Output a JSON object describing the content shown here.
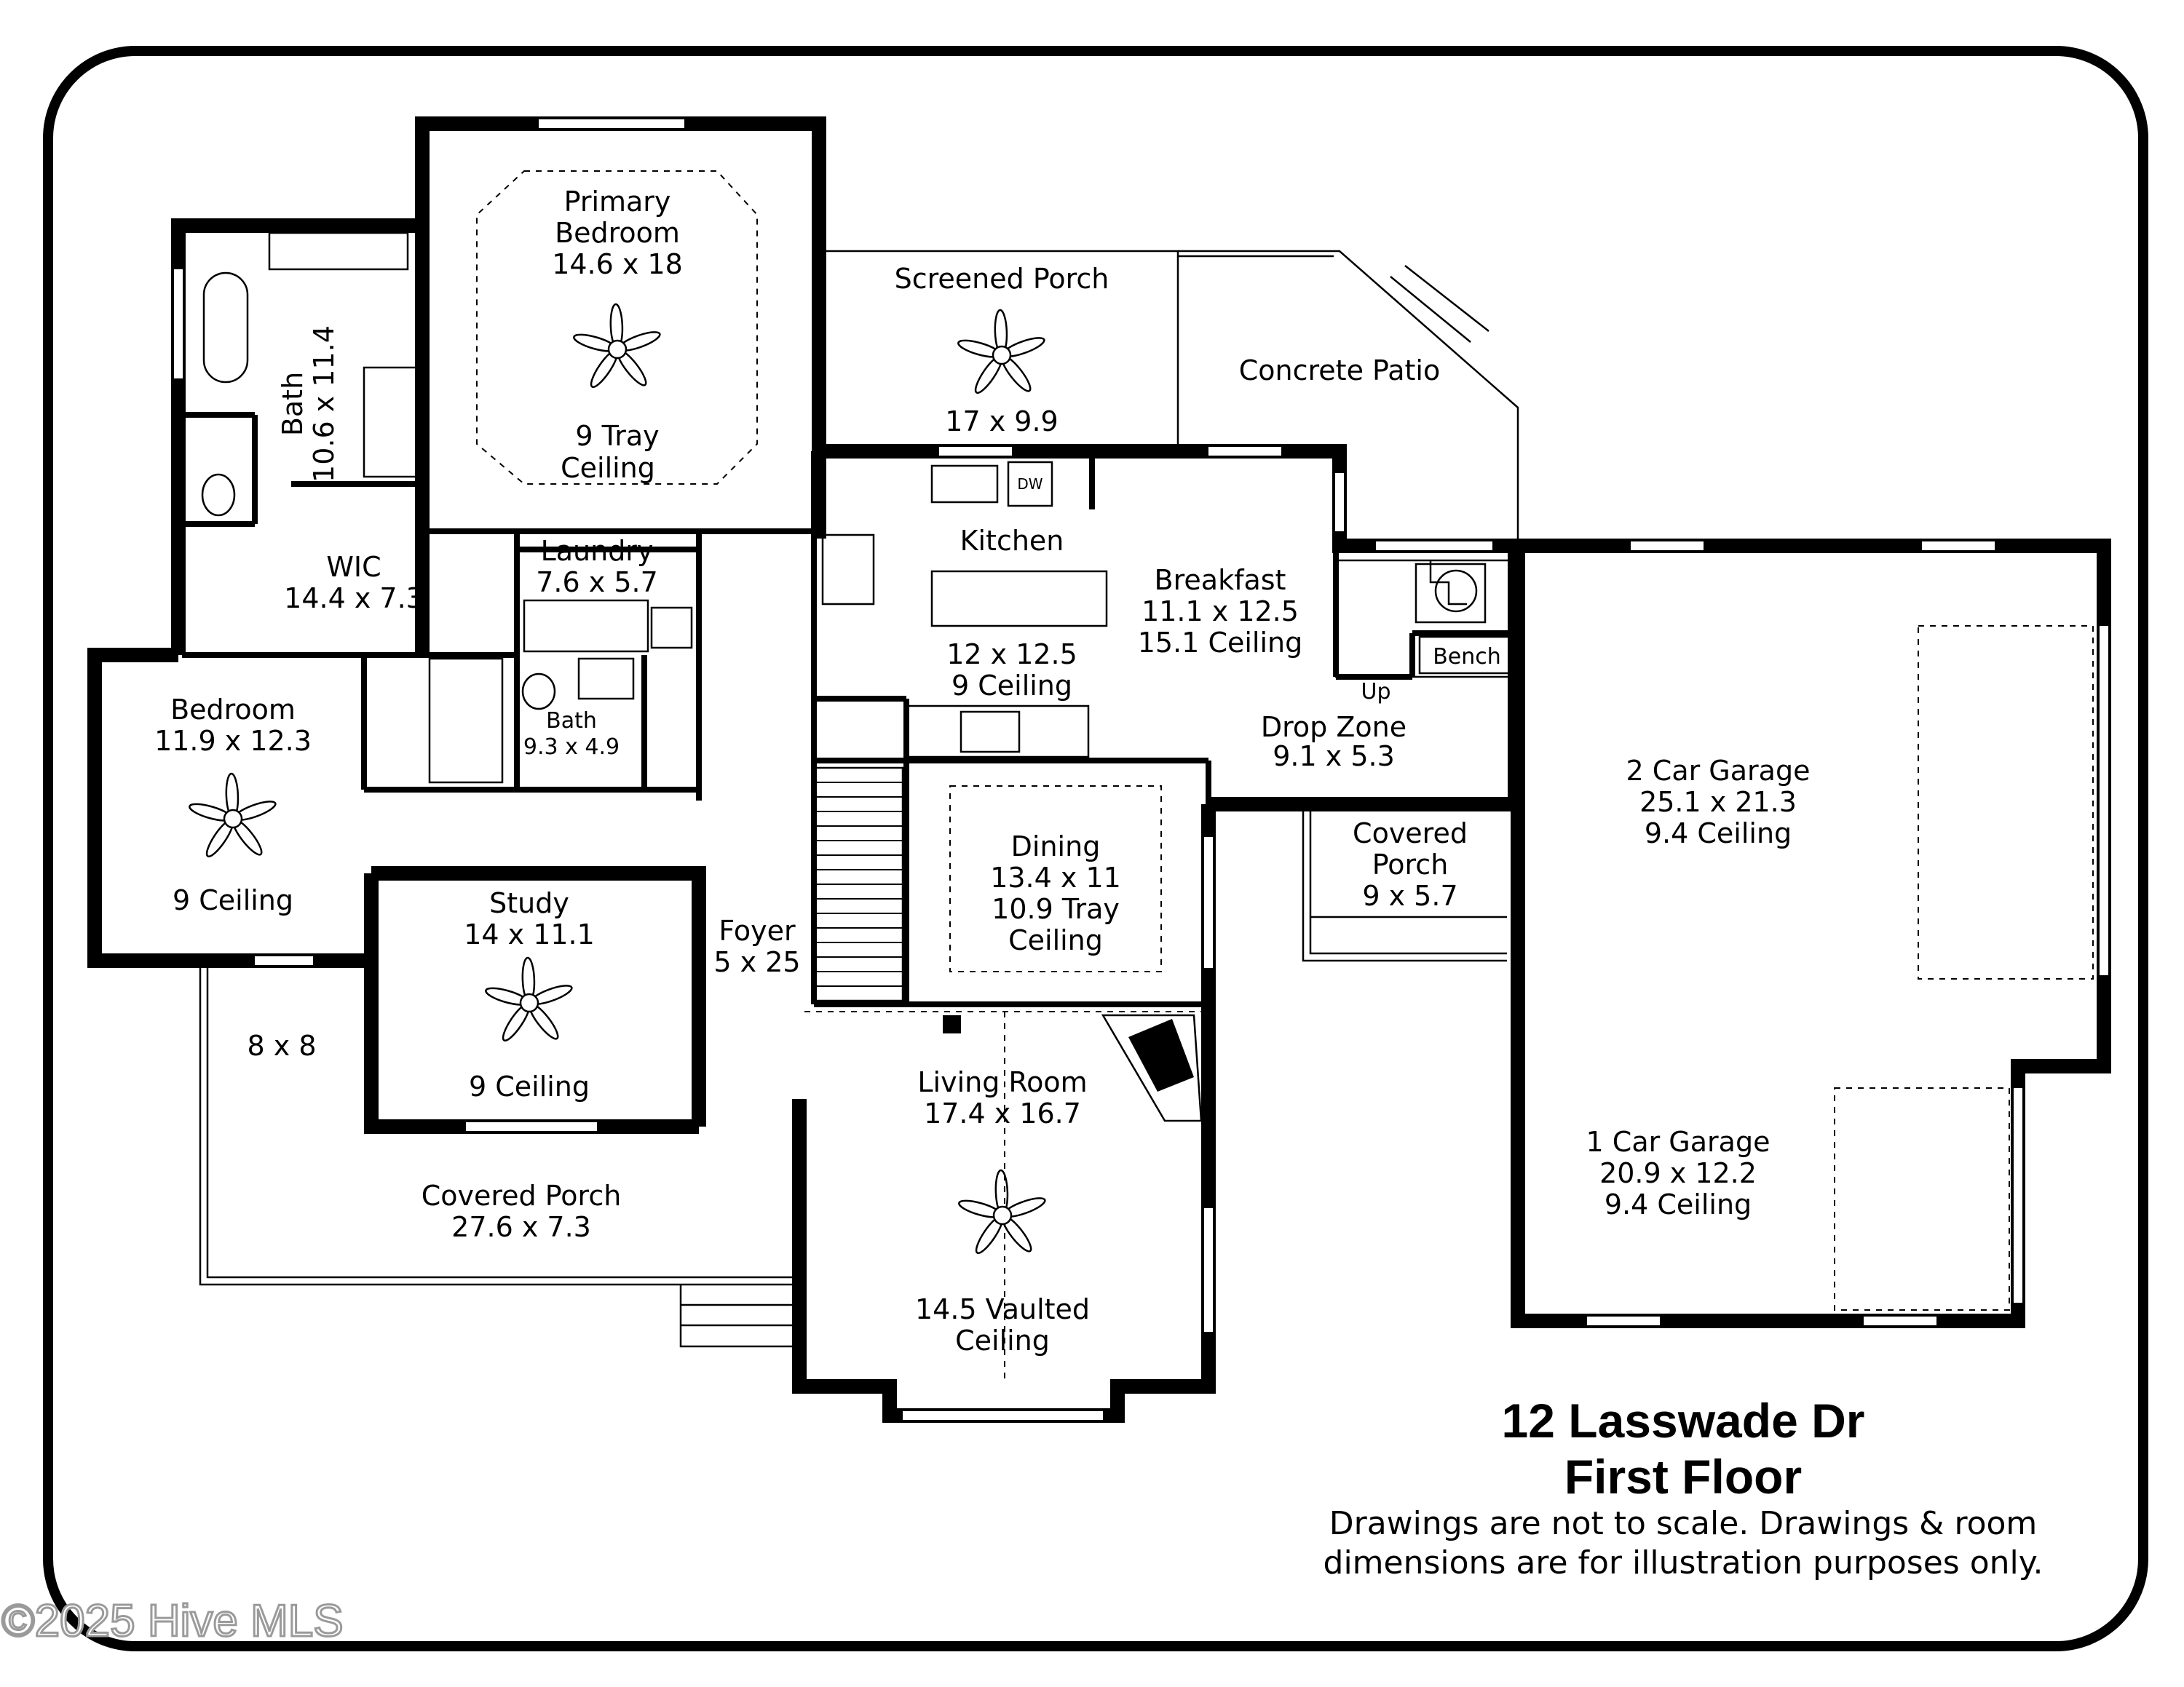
{
  "title": "12 Lasswade Dr",
  "subtitle": "First Floor",
  "disclaimer": [
    "Drawings are not to scale. Drawings & room",
    "dimensions are for illustration purposes only."
  ],
  "watermark": "©2025 Hive MLS",
  "rooms": {
    "primary_bedroom": [
      "Primary",
      "Bedroom",
      "14.6 x 18"
    ],
    "primary_ceiling": [
      "9 Tray",
      "Ceiling"
    ],
    "bath_primary": [
      "Bath",
      "10.6 x 11.4"
    ],
    "wic": [
      "WIC",
      "14.4 x 7.3"
    ],
    "screened_porch": "Screened Porch",
    "screened_porch_dims": "17 x 9.9",
    "concrete_patio": "Concrete Patio",
    "laundry": [
      "Laundry",
      "7.6 x 5.7"
    ],
    "kitchen": "Kitchen",
    "kitchen_dims": [
      "12 x 12.5",
      "9 Ceiling"
    ],
    "dw": "DW",
    "breakfast": [
      "Breakfast",
      "11.1 x 12.5",
      "15.1 Ceiling"
    ],
    "bench": "Bench",
    "up": "Up",
    "drop_zone": [
      "Drop Zone",
      "9.1 x 5.3"
    ],
    "bedroom": [
      "Bedroom",
      "11.9 x 12.3"
    ],
    "bedroom_ceiling": "9 Ceiling",
    "bath2": [
      "Bath",
      "9.3 x 4.9"
    ],
    "covered_porch_small": [
      "Covered",
      "Porch",
      "9 x 5.7"
    ],
    "garage2": [
      "2 Car Garage",
      "25.1 x 21.3",
      "9.4 Ceiling"
    ],
    "study": [
      "Study",
      "14 x 11.1"
    ],
    "study_ceiling": "9 Ceiling",
    "foyer": [
      "Foyer",
      "5 x 25"
    ],
    "dining": [
      "Dining",
      "13.4 x 11",
      "10.9 Tray",
      "Ceiling"
    ],
    "patio_8x8": "8 x 8",
    "living_room": [
      "Living Room",
      "17.4 x 16.7"
    ],
    "living_ceiling": [
      "14.5 Vaulted",
      "Ceiling"
    ],
    "covered_porch_large": [
      "Covered Porch",
      "27.6 x 7.3"
    ],
    "garage1": [
      "1 Car Garage",
      "20.9 x 12.2",
      "9.4 Ceiling"
    ]
  },
  "colors": {
    "wall": "#000000",
    "background": "#ffffff",
    "watermark_stroke": "#9a9a9a"
  }
}
